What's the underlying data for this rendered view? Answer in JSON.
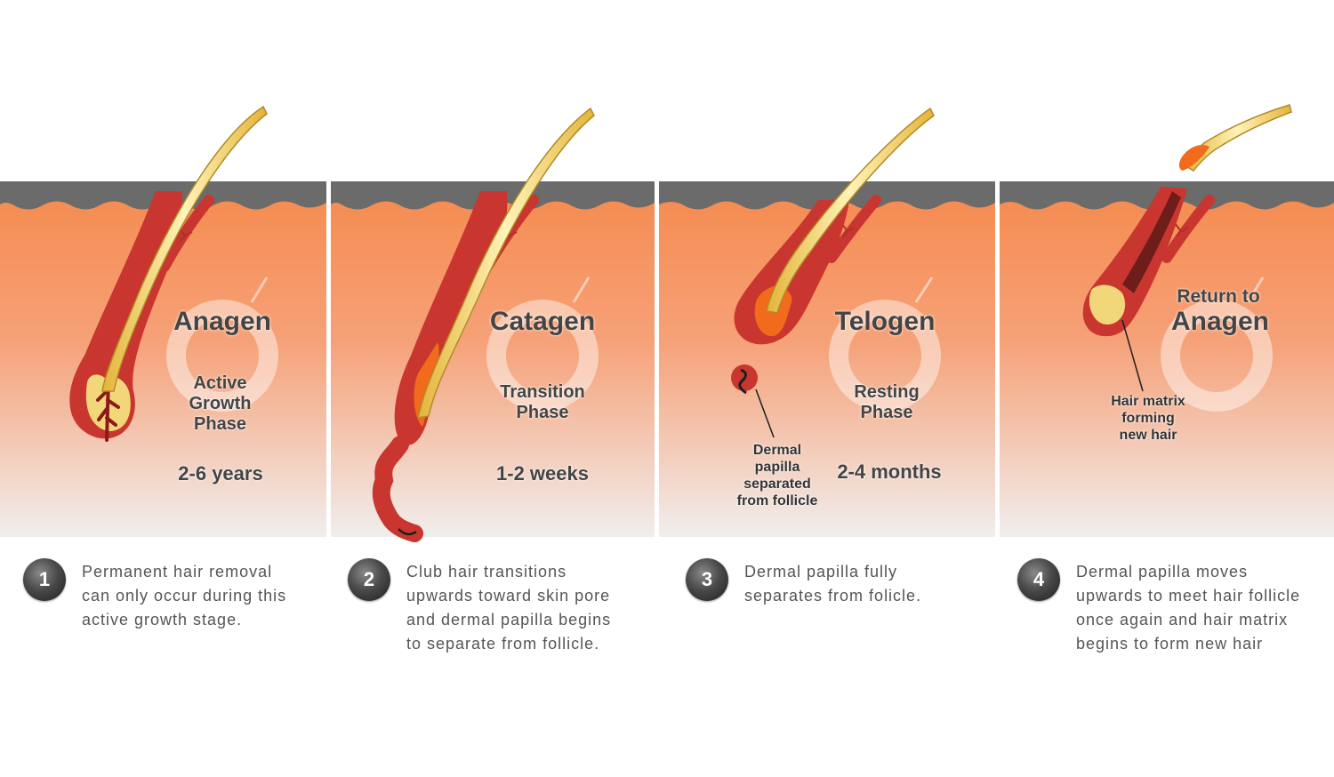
{
  "panels": [
    {
      "title": "Anagen",
      "subtitle": [
        "Active",
        "Growth",
        "Phase"
      ],
      "duration": "2-6 years"
    },
    {
      "title": "Catagen",
      "subtitle": [
        "Transition",
        "Phase"
      ],
      "duration": "1-2 weeks"
    },
    {
      "title": "Telogen",
      "subtitle": [
        "Resting",
        "Phase"
      ],
      "duration": "2-4 months",
      "callout": [
        "Dermal",
        "papilla",
        "separated",
        "from follicle"
      ]
    },
    {
      "title_pre": "Return to",
      "title": "Anagen",
      "callout": [
        "Hair matrix",
        "forming",
        "new hair"
      ]
    }
  ],
  "steps": [
    {
      "number": "1",
      "lines": [
        "Permanent hair removal",
        "can only occur during this",
        "active growth stage."
      ]
    },
    {
      "number": "2",
      "lines": [
        "Club hair transitions",
        "upwards toward skin pore",
        "and dermal papilla begins",
        "to separate from follicle."
      ]
    },
    {
      "number": "3",
      "lines": [
        "Dermal papilla fully",
        "separates from folicle."
      ]
    },
    {
      "number": "4",
      "lines": [
        "Dermal papilla moves",
        "upwards to meet hair follicle",
        "once again and hair matrix",
        "begins to form new hair"
      ]
    }
  ],
  "colors": {
    "skin_top": "#f58a4d",
    "skin_bottom": "#f2efee",
    "epidermis": "#6a6a6a",
    "follicle": "#c8362f",
    "hair": "#f2d77a",
    "root": "#f26a1b"
  }
}
